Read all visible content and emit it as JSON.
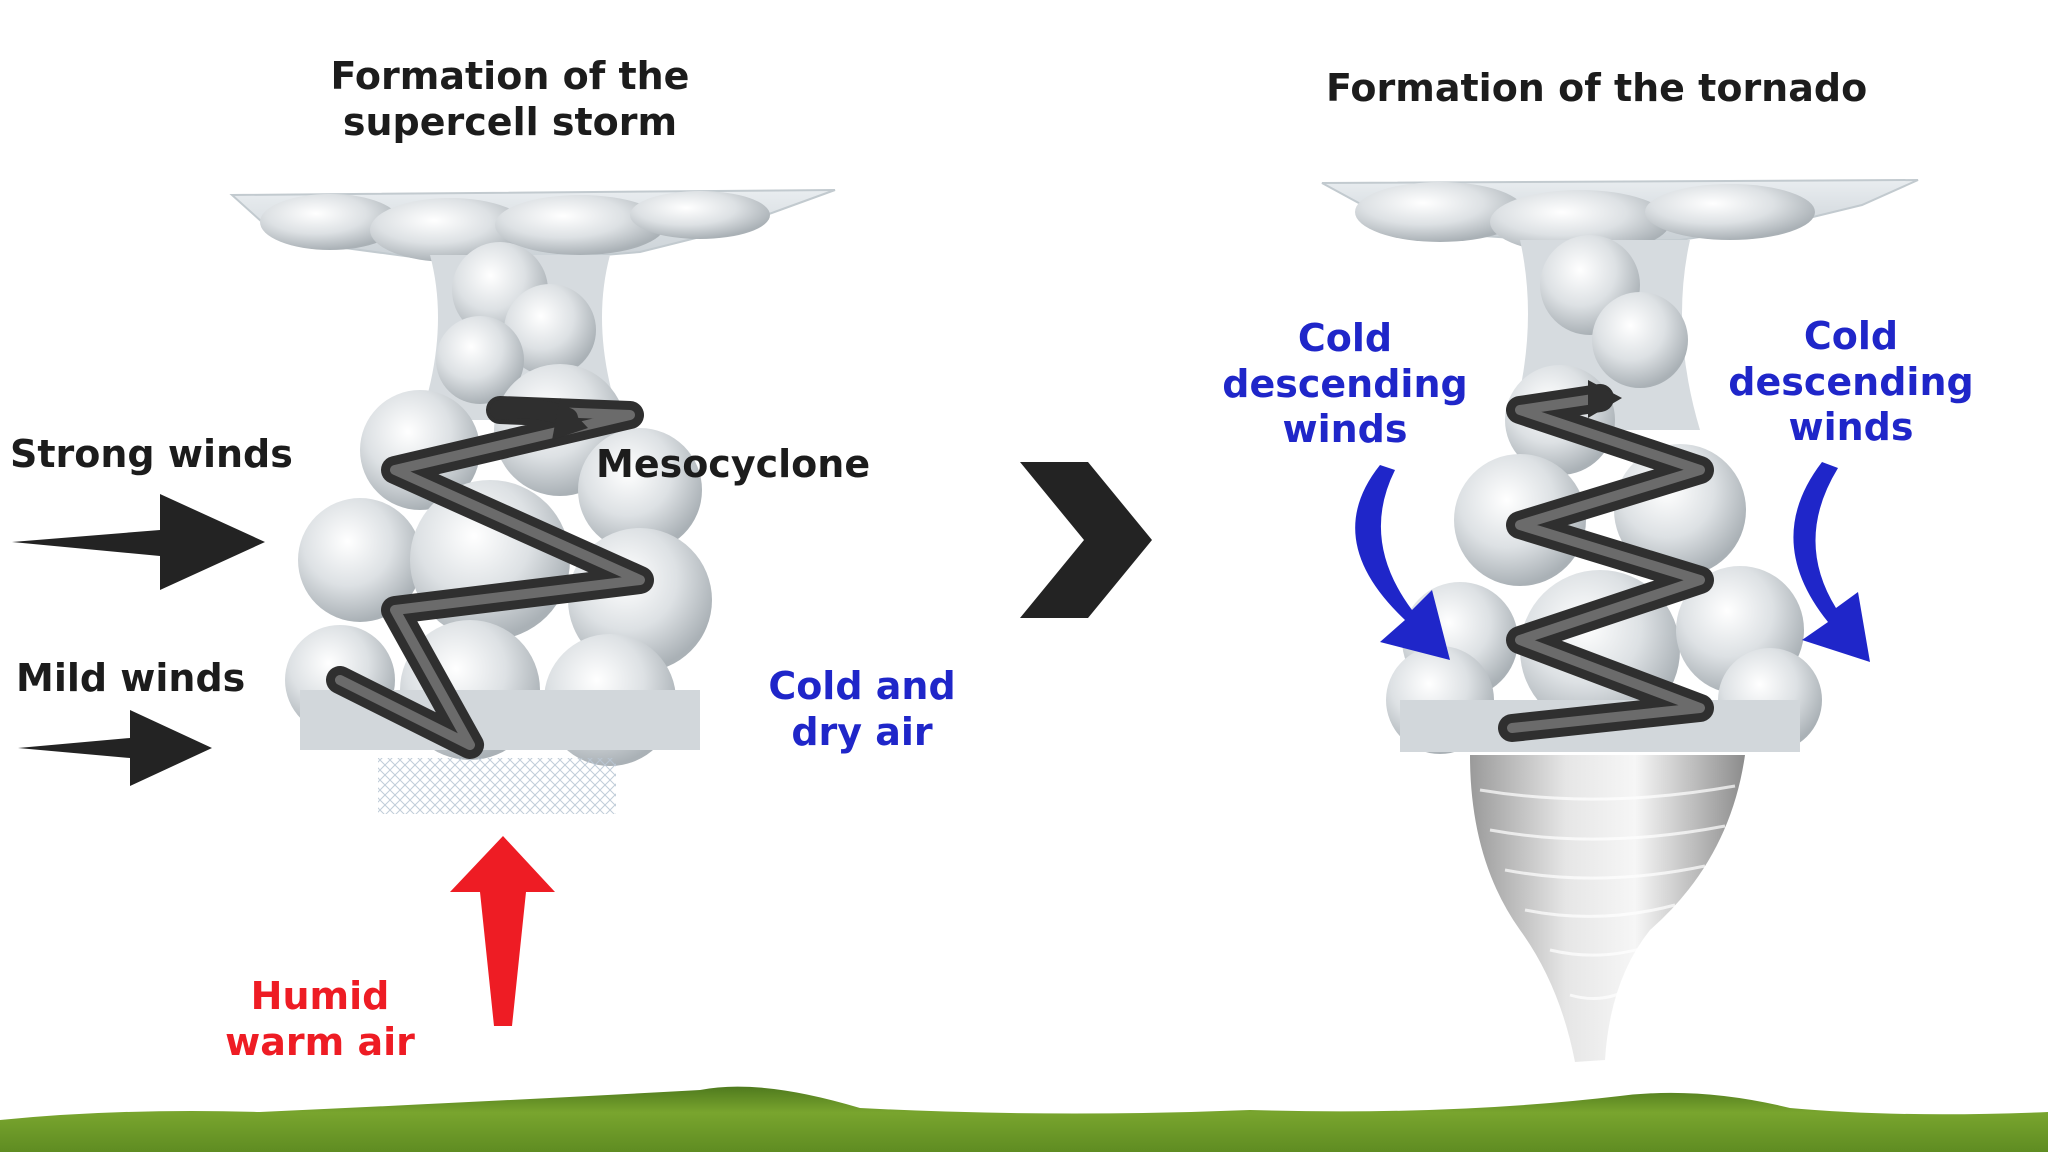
{
  "left_panel": {
    "title_line1": "Formation of the",
    "title_line2": "supercell storm",
    "strong_winds": "Strong winds",
    "mild_winds": "Mild winds",
    "mesocyclone": "Mesocyclone",
    "cold_dry_line1": "Cold and",
    "cold_dry_line2": "dry air",
    "humid_line1": "Humid",
    "humid_line2": "warm air"
  },
  "right_panel": {
    "title": "Formation of the tornado",
    "cold_left_line1": "Cold",
    "cold_left_line2": "descending",
    "cold_left_line3": "winds",
    "cold_right_line1": "Cold",
    "cold_right_line2": "descending",
    "cold_right_line3": "winds"
  },
  "colors": {
    "text_dark": "#1c1c1c",
    "cold_blue": "#1f26c9",
    "warm_red": "#ee1c24",
    "cloud_gray": "#d4d8dc",
    "spiral_gray": "#3a3a3a",
    "grass_green": "#6e9a28"
  }
}
